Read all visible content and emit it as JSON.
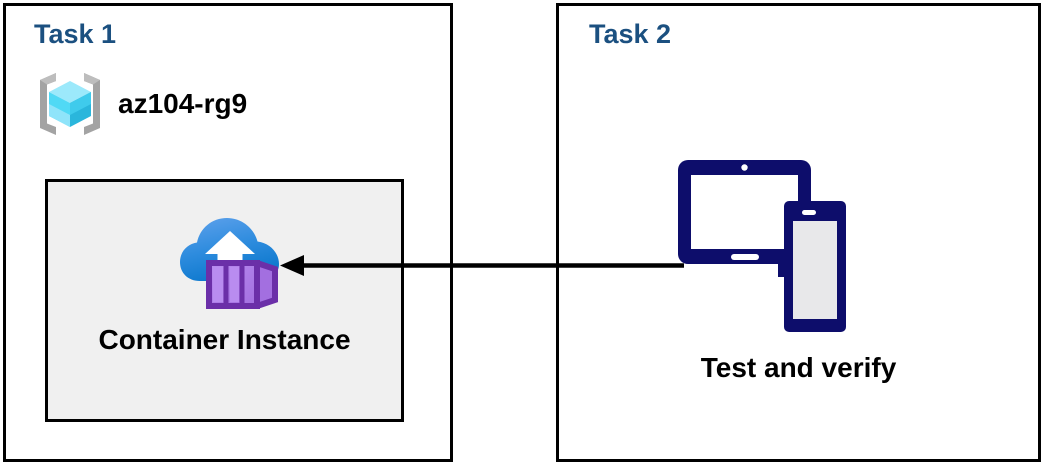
{
  "diagram": {
    "title": "Azure container instance task diagram",
    "background": "#ffffff",
    "colors": {
      "panel_border": "#000000",
      "panel_title": "#1B5080",
      "inner_box_fill": "#F0F0F0",
      "inner_box_border": "#000000",
      "arrow": "#000000",
      "label_text": "#000000",
      "device_navy": "#0D0D6B",
      "device_screen": "#E8E8EA",
      "cloud_blue_light": "#5B9BE8",
      "cloud_blue_dark": "#1B83D6",
      "container_purple_light": "#B07CE8",
      "container_purple_dark": "#6B2FA8",
      "rg_cube_light": "#9CE9FB",
      "rg_cube_mid": "#50D9F5",
      "rg_cube_dark": "#2AB6DC",
      "rg_bracket": "#A3A3A3"
    }
  },
  "panels": [
    {
      "id": "task1",
      "title": "Task 1",
      "resource_group": {
        "icon": "azure-resource-group-icon",
        "label": "az104-rg9"
      },
      "inner_box": {
        "icon": "azure-container-instance-icon",
        "label": "Container Instance"
      }
    },
    {
      "id": "task2",
      "title": "Task 2",
      "devices": {
        "icon": "devices-tablet-phone-icon",
        "label": "Test and verify"
      }
    }
  ],
  "arrow": {
    "name": "flow-arrow",
    "direction": "right-to-left",
    "from": "Test and verify",
    "to": "Container Instance"
  }
}
